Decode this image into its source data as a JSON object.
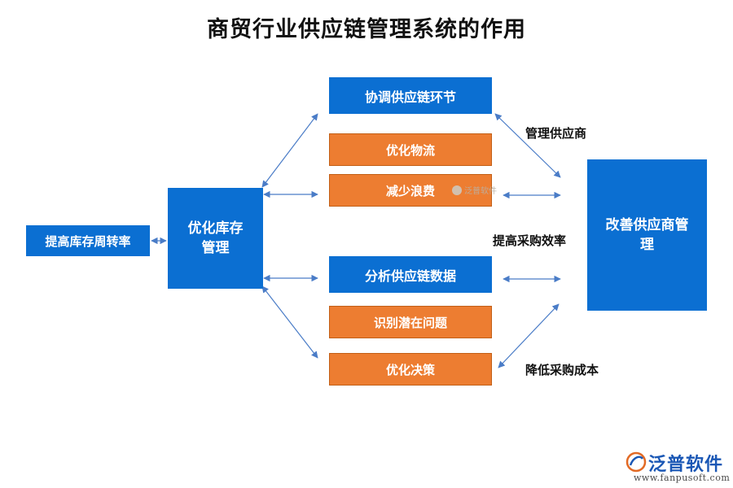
{
  "title": "商贸行业供应链管理系统的作用",
  "boxes": {
    "left_outer": "提高库存周转率",
    "left_main": "优化库存\n管理",
    "coordinate": "协调供应链环节",
    "optimize_logistics": "优化物流",
    "reduce_waste": "减少浪费",
    "analyze_data": "分析供应链数据",
    "identify_issues": "识别潜在问题",
    "optimize_decisions": "优化决策",
    "right_main": "改善供应商管\n理"
  },
  "labels": {
    "manage_suppliers": "管理供应商",
    "procurement_efficiency": "提高采购效率",
    "reduce_cost": "降低采购成本"
  },
  "watermark": "泛普软件",
  "logo": {
    "name": "泛普软件",
    "url": "www.fanpusoft.com"
  },
  "colors": {
    "blue": "#0b6fd2",
    "orange": "#ed7d31",
    "arrow": "#4a7cc7"
  }
}
